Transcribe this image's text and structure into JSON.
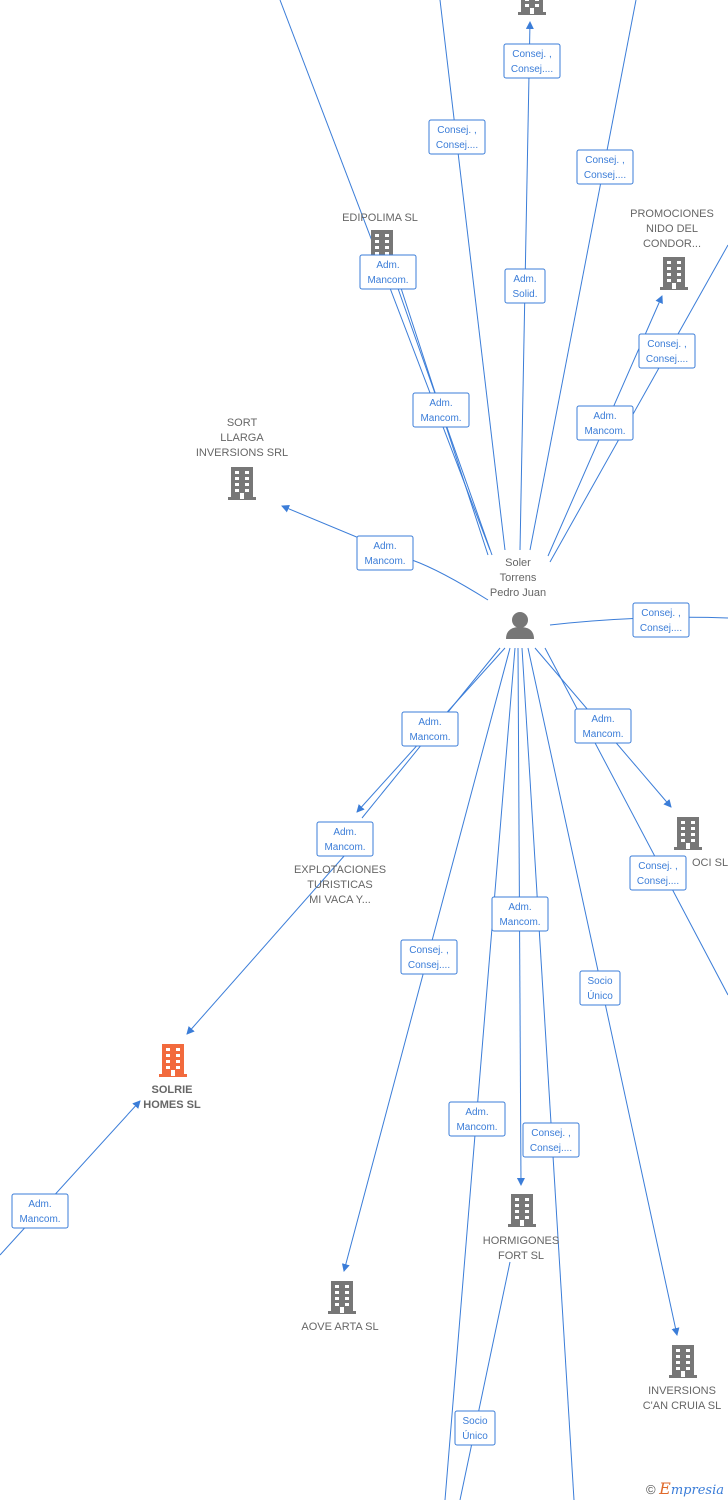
{
  "colors": {
    "edge": "#3b7dd8",
    "company": "#777777",
    "highlight": "#f26a3d",
    "person": "#777777"
  },
  "center": {
    "name_lines": [
      "Soler",
      "Torrens",
      "Pedro Juan"
    ],
    "icon": "person-icon"
  },
  "companies": [
    {
      "id": "edipolima",
      "lines": [
        "EDIPOLIMA SL"
      ],
      "highlight": false
    },
    {
      "id": "promociones",
      "lines": [
        "PROMOCIONES",
        "NIDO DEL",
        "CONDOR..."
      ],
      "highlight": false
    },
    {
      "id": "sort",
      "lines": [
        "SORT",
        "LLARGA",
        "INVERSIONS SRL"
      ],
      "highlight": false
    },
    {
      "id": "explotaciones",
      "lines": [
        "EXPLOTACIONES",
        "TURISTICAS",
        "MI VACA Y..."
      ],
      "highlight": false
    },
    {
      "id": "oci",
      "lines": [
        "OCI SL"
      ],
      "highlight": false
    },
    {
      "id": "solrie",
      "lines": [
        "SOLRIE",
        "HOMES  SL"
      ],
      "highlight": true
    },
    {
      "id": "hormigones",
      "lines": [
        "HORMIGONES",
        "FORT SL"
      ],
      "highlight": false
    },
    {
      "id": "aove",
      "lines": [
        "AOVE ARTA  SL"
      ],
      "highlight": false
    },
    {
      "id": "inversions",
      "lines": [
        "INVERSIONS",
        "C'AN CRUIA  SL"
      ],
      "highlight": false
    },
    {
      "id": "top",
      "lines": [],
      "highlight": false
    }
  ],
  "edge_labels": [
    {
      "lines": [
        "Consej. ,",
        "Consej...."
      ]
    },
    {
      "lines": [
        "Consej. ,",
        "Consej...."
      ]
    },
    {
      "lines": [
        "Consej. ,",
        "Consej...."
      ]
    },
    {
      "lines": [
        "Adm.",
        "Mancom."
      ]
    },
    {
      "lines": [
        "Adm.",
        "Solid."
      ]
    },
    {
      "lines": [
        "Consej. ,",
        "Consej...."
      ]
    },
    {
      "lines": [
        "Adm.",
        "Mancom."
      ]
    },
    {
      "lines": [
        "Adm.",
        "Mancom."
      ]
    },
    {
      "lines": [
        "Adm.",
        "Mancom."
      ]
    },
    {
      "lines": [
        "Consej. ,",
        "Consej...."
      ]
    },
    {
      "lines": [
        "Adm.",
        "Mancom."
      ]
    },
    {
      "lines": [
        "Adm.",
        "Mancom."
      ]
    },
    {
      "lines": [
        "Adm.",
        "Mancom."
      ]
    },
    {
      "lines": [
        "Consej. ,",
        "Consej...."
      ]
    },
    {
      "lines": [
        "Adm.",
        "Mancom."
      ]
    },
    {
      "lines": [
        "Consej. ,",
        "Consej...."
      ]
    },
    {
      "lines": [
        "Socio",
        "Único"
      ]
    },
    {
      "lines": [
        "Adm.",
        "Mancom."
      ]
    },
    {
      "lines": [
        "Consej. ,",
        "Consej...."
      ]
    },
    {
      "lines": [
        "Adm.",
        "Mancom."
      ]
    },
    {
      "lines": [
        "Socio",
        "Único"
      ]
    }
  ],
  "footer": {
    "copyright": "©",
    "brand_e": "E",
    "brand_rest": "mpresia"
  }
}
